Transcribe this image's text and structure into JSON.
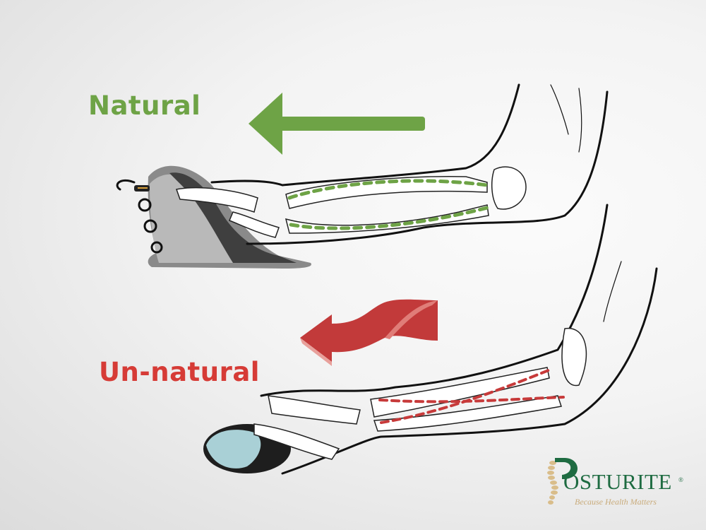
{
  "slide": {
    "labels": {
      "natural": "Natural",
      "unnatural": "Un-natural"
    },
    "colors": {
      "natural_green": "#6ea346",
      "unnatural_red": "#d63b36",
      "logo_green": "#1e6b41",
      "logo_gold": "#c9ab7a"
    },
    "illustrations": {
      "top": "vertical-mouse-forearm-bones-parallel",
      "bottom": "standard-mouse-forearm-bones-crossed"
    },
    "arrows": {
      "top": "straight-left-arrow-green",
      "bottom": "twisted-left-arrow-red"
    }
  },
  "logo": {
    "brand_initial": "P",
    "brand_rest": "OSTURITE",
    "registered": "®",
    "tagline": "Because Health Matters"
  }
}
